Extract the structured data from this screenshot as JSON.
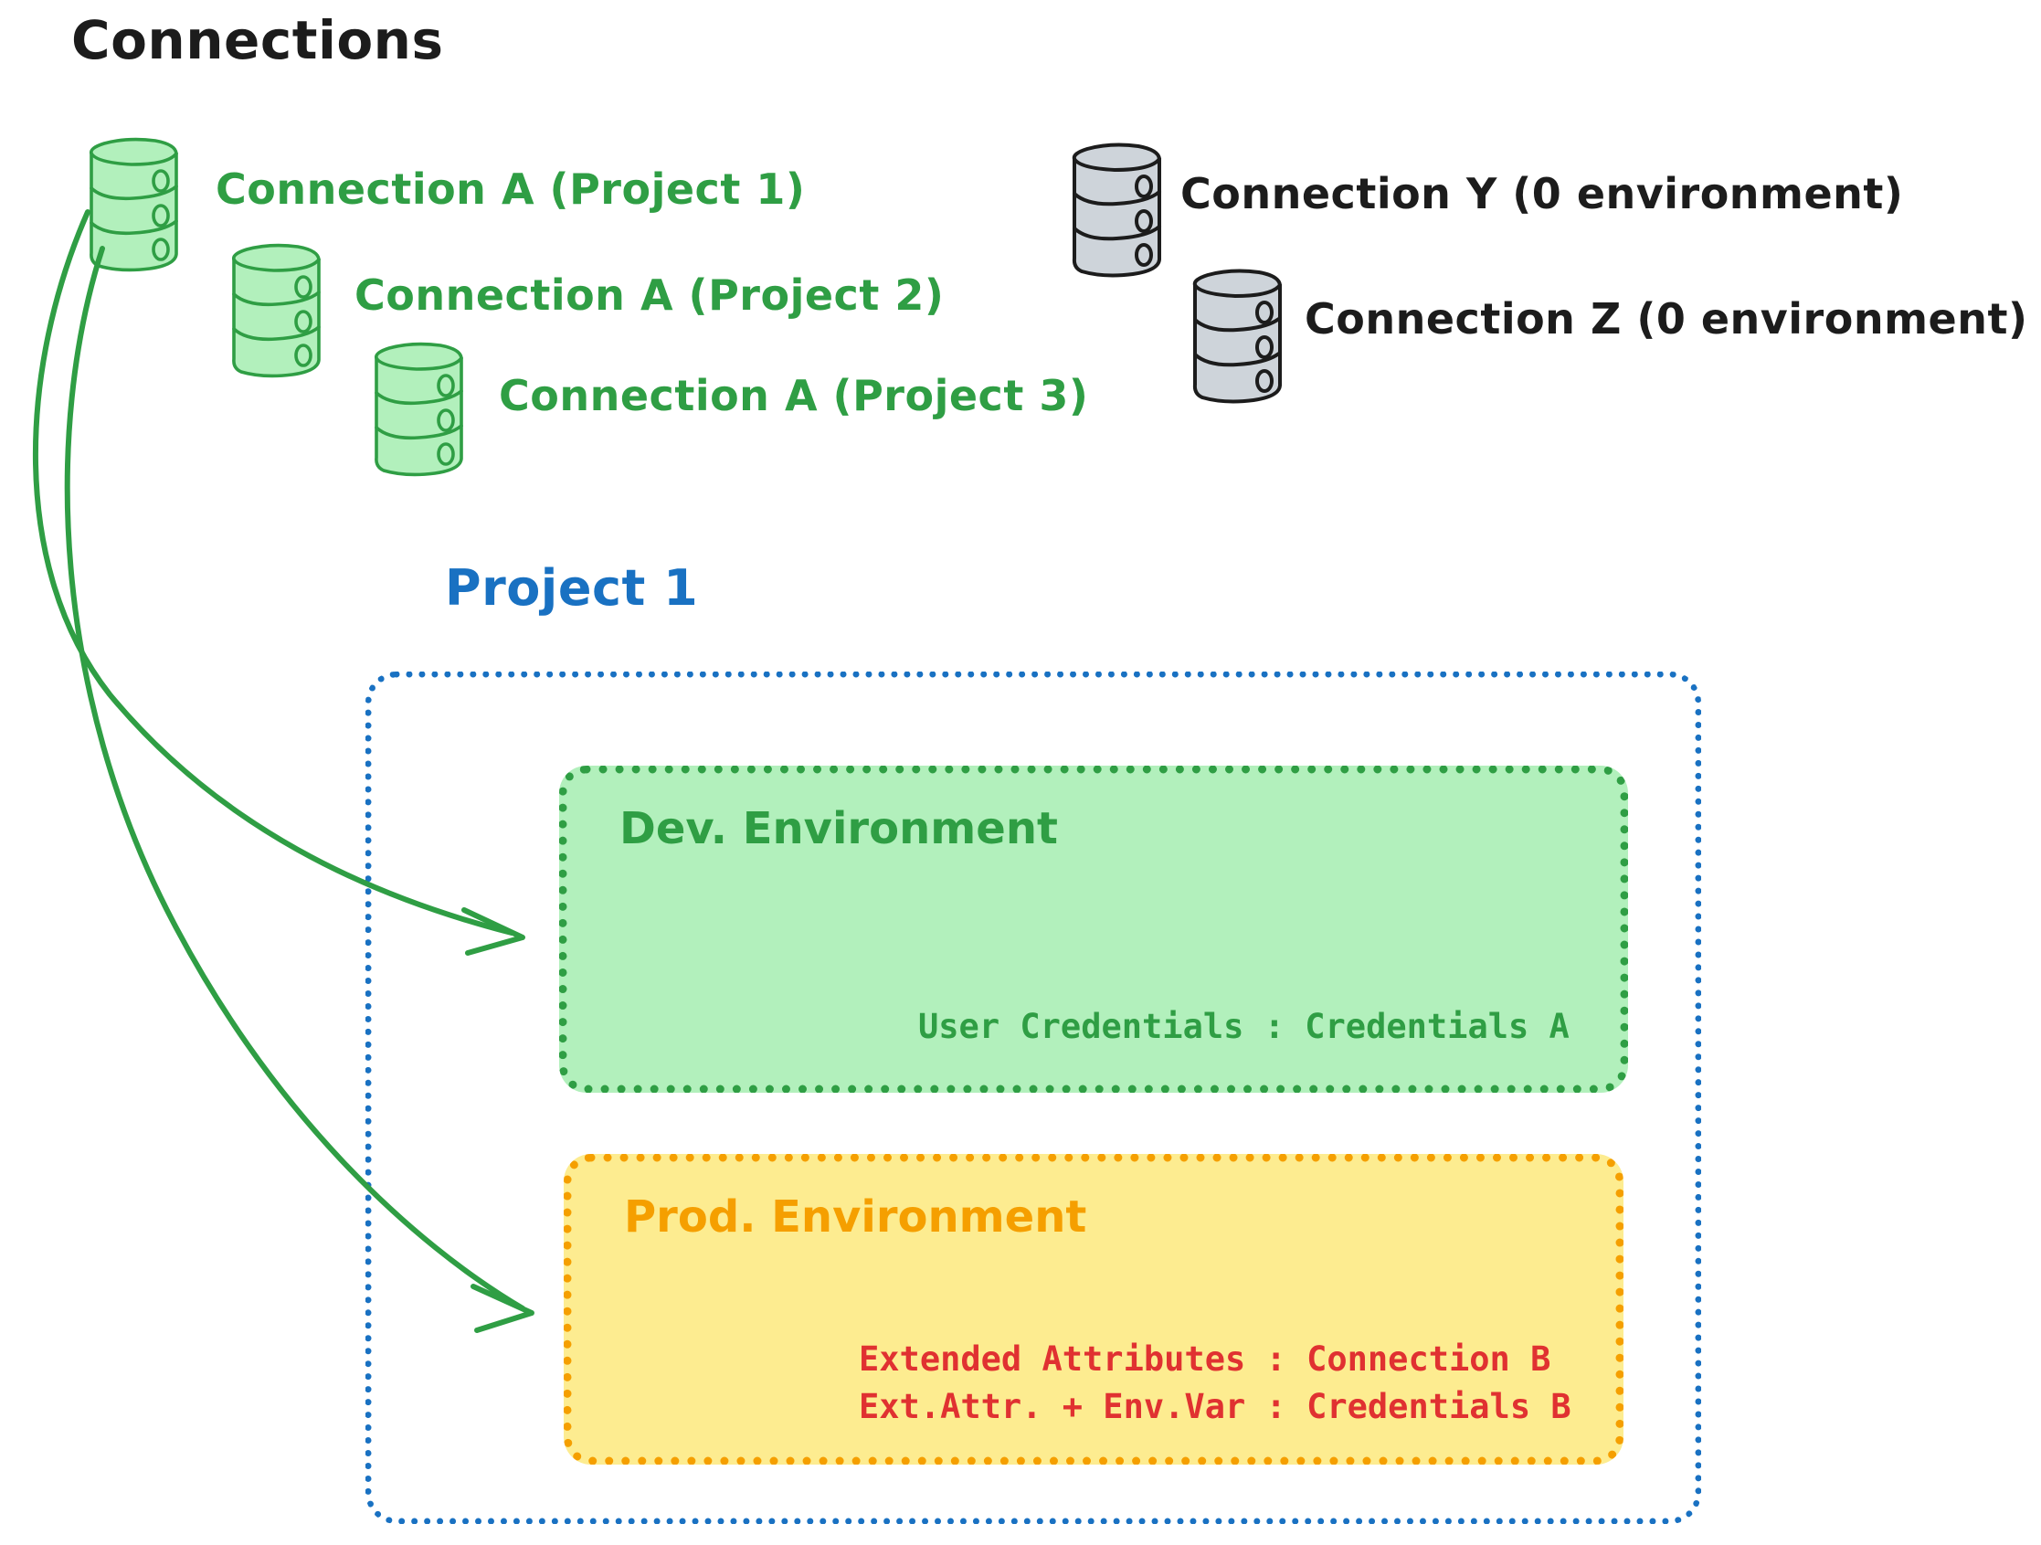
{
  "heading": "Connections",
  "colors": {
    "green_stroke": "#2f9e44",
    "green_fill": "#b2f0bc",
    "gray_stroke": "#1c1c1c",
    "gray_fill": "#ced4da",
    "blue": "#1971c2",
    "orange": "#f59f00",
    "yellow_fill": "#fdec90",
    "red": "#e03131",
    "black": "#1c1c1c"
  },
  "connections": {
    "green": [
      {
        "label": "Connection A (Project 1)",
        "icon": "database-cylinder-icon"
      },
      {
        "label": "Connection A (Project 2)",
        "icon": "database-cylinder-icon"
      },
      {
        "label": "Connection A (Project 3)",
        "icon": "database-cylinder-icon"
      }
    ],
    "gray": [
      {
        "label": "Connection Y (0 environment)",
        "icon": "database-cylinder-icon"
      },
      {
        "label": "Connection Z (0 environment)",
        "icon": "database-cylinder-icon"
      }
    ]
  },
  "project": {
    "title": "Project 1",
    "environments": [
      {
        "name": "Dev. Environment",
        "details": [
          "User Credentials : Credentials A"
        ]
      },
      {
        "name": "Prod. Environment",
        "details": [
          "Extended Attributes : Connection B",
          "Ext.Attr. + Env.Var : Credentials B"
        ]
      }
    ]
  },
  "arrows": [
    {
      "name": "arrow-connection-a-to-dev-environment"
    },
    {
      "name": "arrow-connection-a-to-prod-environment"
    }
  ]
}
